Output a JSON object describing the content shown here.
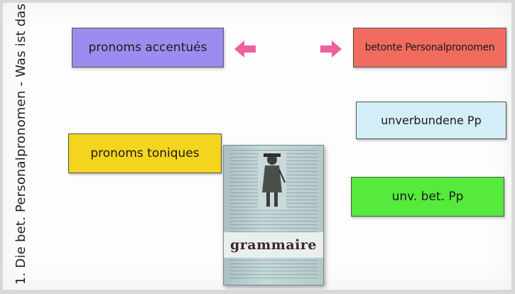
{
  "title": "1. Die bet. Personalpronomen - Was ist das?",
  "cards": {
    "accentues": "pronoms accentués",
    "betonte": "betonte Personalpronomen",
    "unverbundene": "unverbundene Pp",
    "toniques": "pronoms toniques",
    "unv_bet": "unv. bet. Pp"
  },
  "book": {
    "title": "grammaire"
  },
  "colors": {
    "purple": "#9b8df0",
    "red": "#f26b5f",
    "lightblue": "#d4eef7",
    "yellow": "#f4d51e",
    "green": "#55ea3c",
    "arrow": "#ee5fa0"
  },
  "icons": [
    "arrow-left-icon",
    "arrow-right-icon"
  ]
}
